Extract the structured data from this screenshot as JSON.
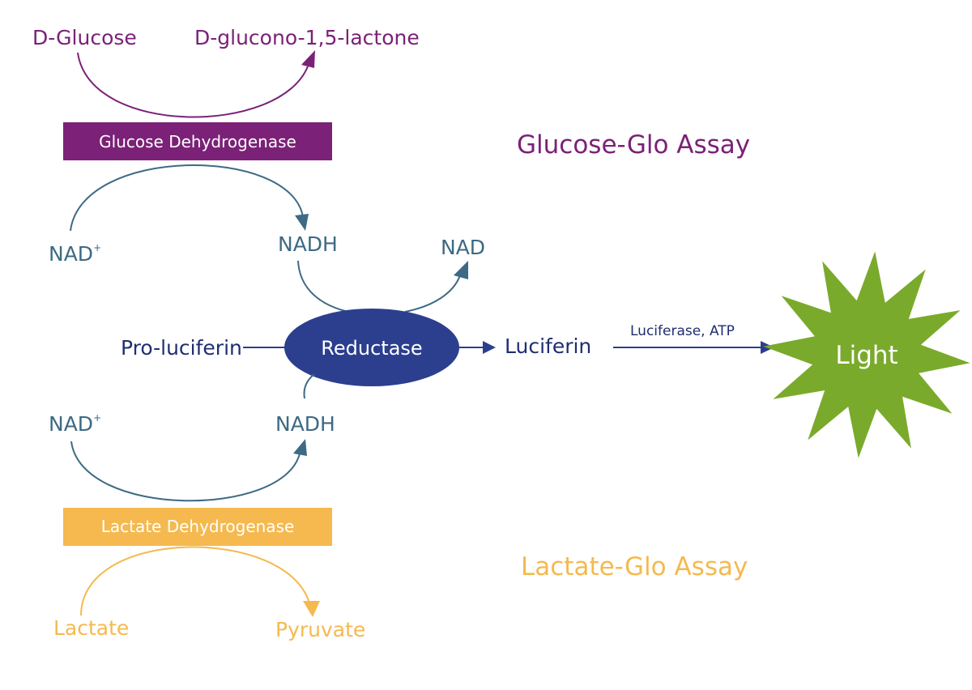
{
  "colors": {
    "purple": "#7b2177",
    "teal": "#3d6a84",
    "navy": "#2c3f8e",
    "navy_text": "#1f2e72",
    "orange": "#f5b94f",
    "green": "#7aaa2b",
    "white": "#ffffff"
  },
  "glucose": {
    "substrate": "D-Glucose",
    "product": "D-glucono-1,5-lactone",
    "enzyme": "Glucose Dehydrogenase",
    "assay_title": "Glucose-Glo Assay",
    "cofactor_in": "NAD",
    "cofactor_in_sup": "+",
    "cofactor_out": "NADH"
  },
  "reductase": {
    "enzyme": "Reductase",
    "substrate": "Pro-luciferin",
    "product": "Luciferin",
    "cofactor_out": "NAD"
  },
  "light_step": {
    "label": "Luciferase, ATP",
    "output": "Light"
  },
  "lactate": {
    "substrate": "Lactate",
    "product": "Pyruvate",
    "enzyme": "Lactate Dehydrogenase",
    "assay_title": "Lactate-Glo Assay",
    "cofactor_in": "NAD",
    "cofactor_in_sup": "+",
    "cofactor_out": "NADH"
  }
}
